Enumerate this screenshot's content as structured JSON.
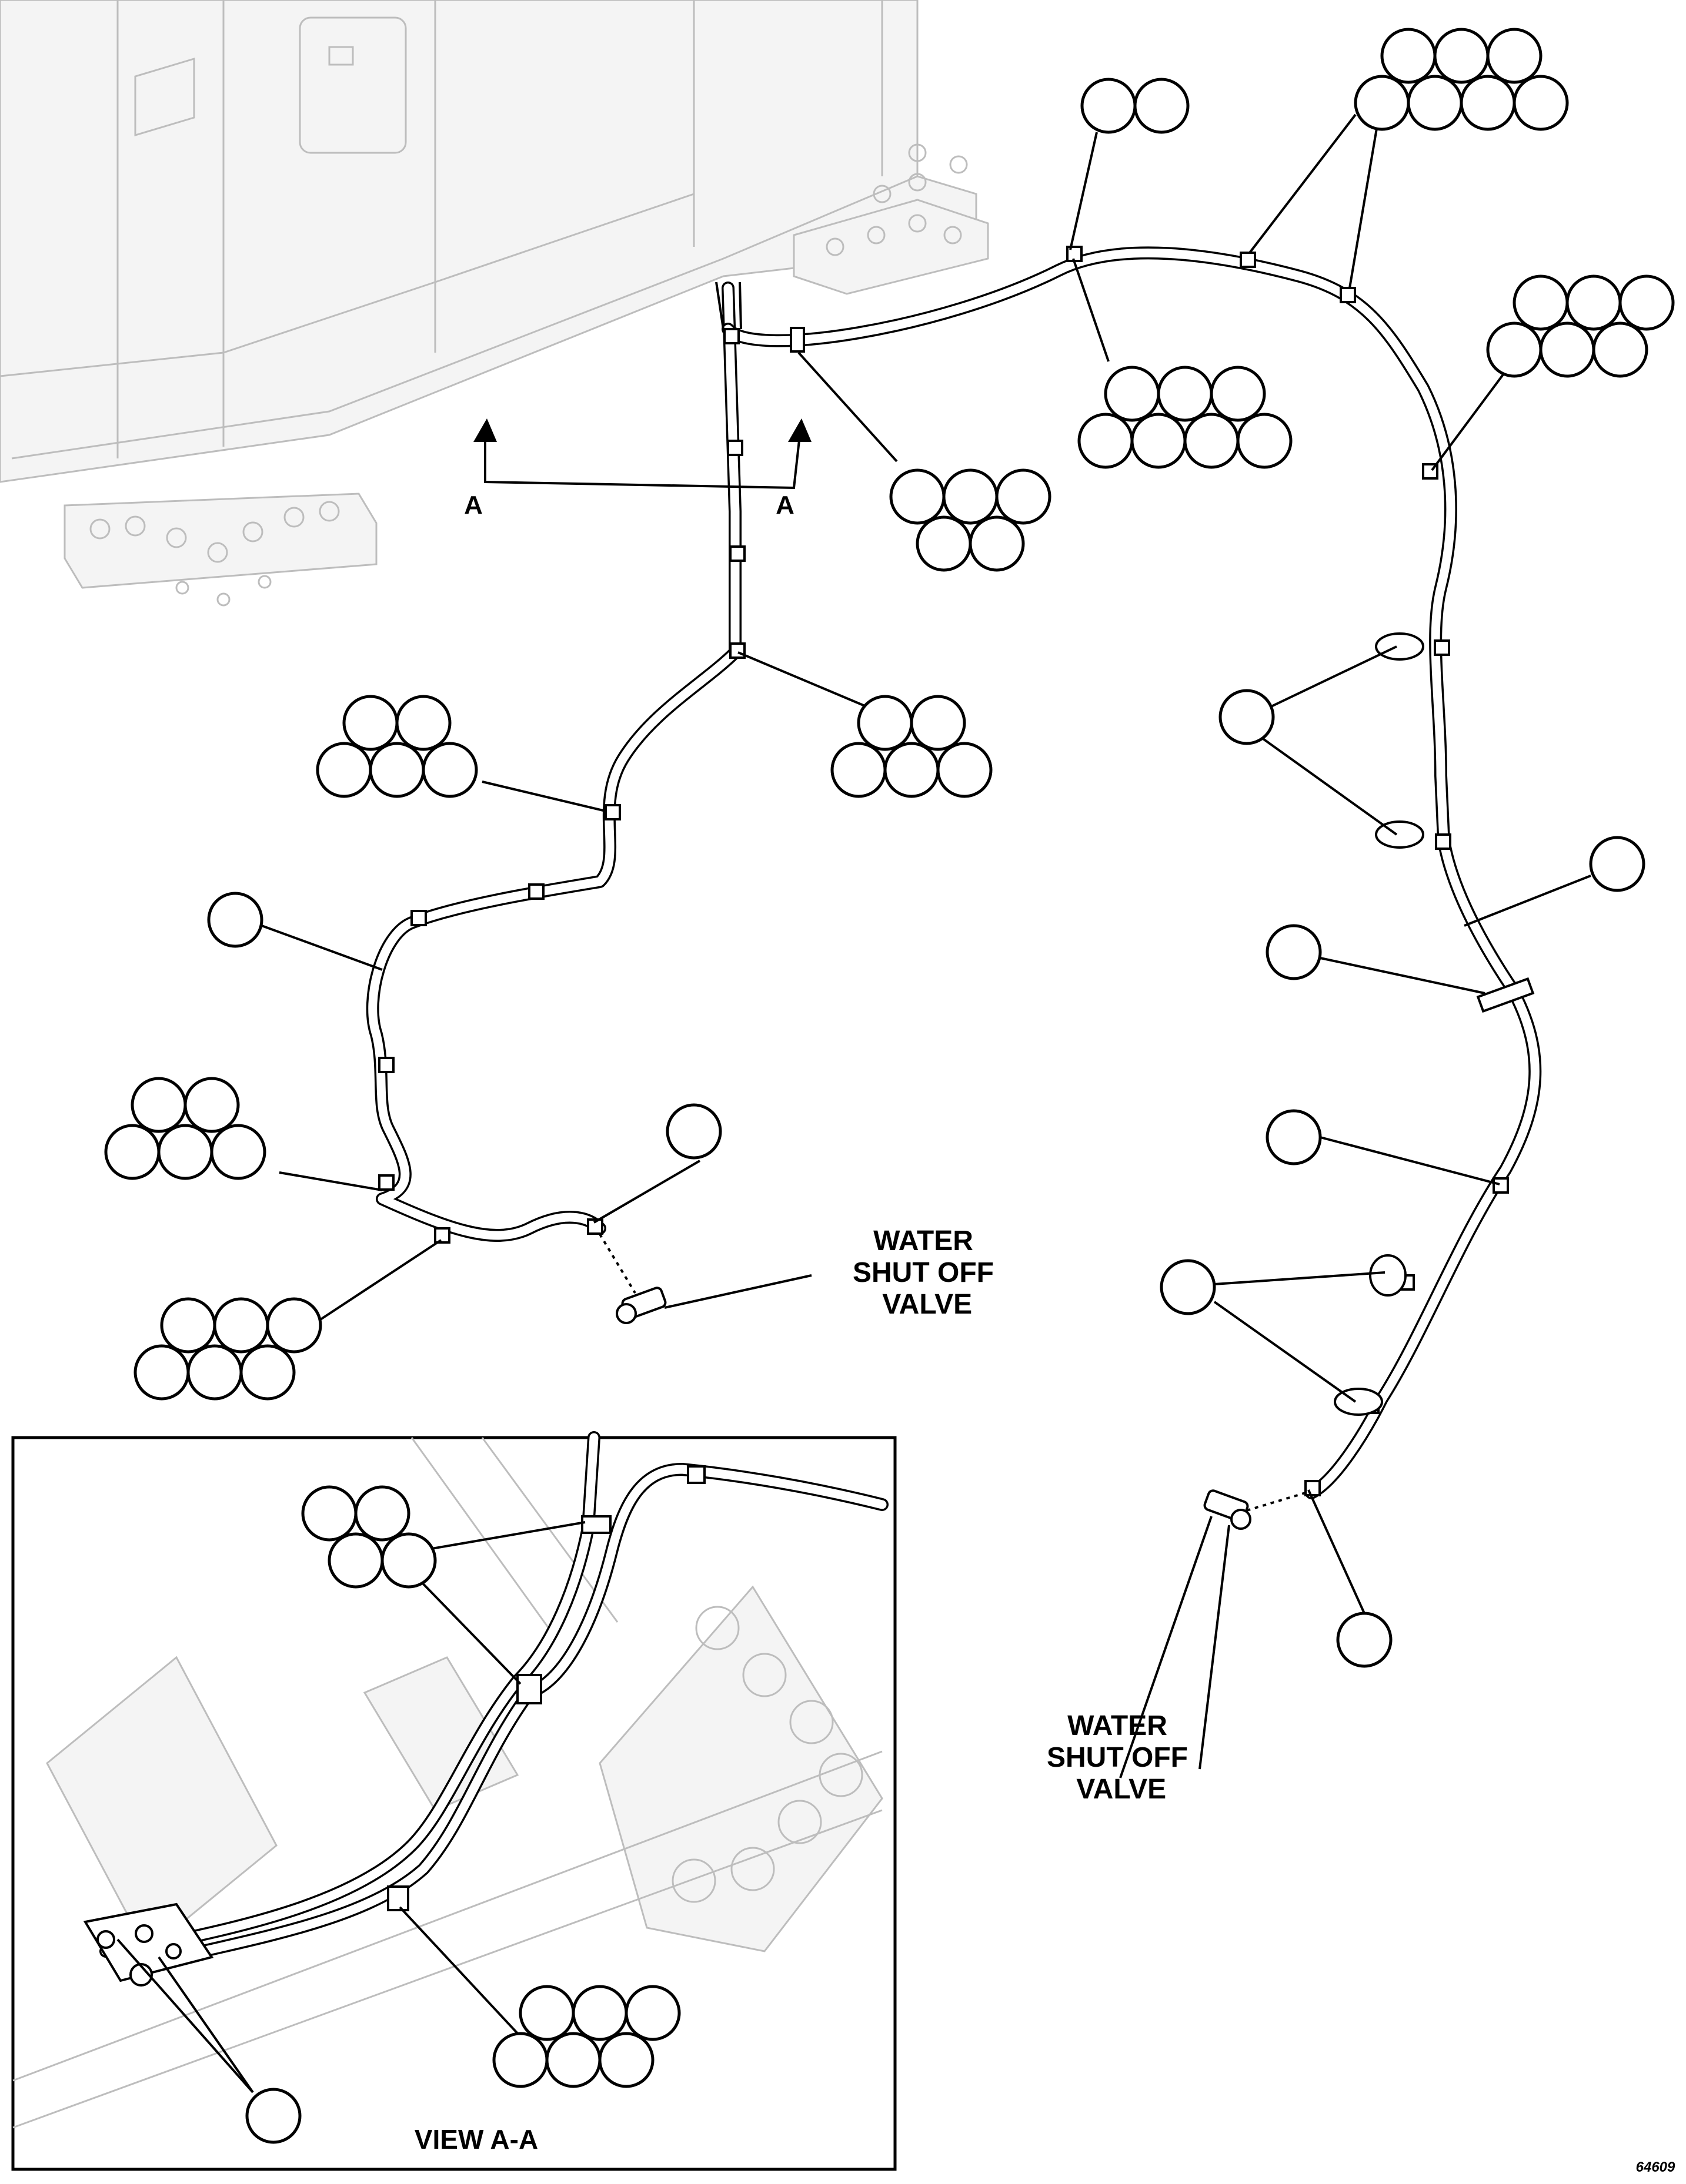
{
  "labels": {
    "water_valve_left": "WATER\nSHUT OFF\n VALVE",
    "water_valve_right": "WATER\nSHUT OFF\n VALVE",
    "section_a_left": "A",
    "section_a_right": "A",
    "view_title": "VIEW  A-A",
    "figure_number": "64609"
  },
  "balloon_groups": [
    {
      "id": "g01",
      "count": 2
    },
    {
      "id": "g02",
      "count": 7
    },
    {
      "id": "g03",
      "count": 6
    },
    {
      "id": "g04",
      "count": 5
    },
    {
      "id": "g05",
      "count": 7
    },
    {
      "id": "g06",
      "count": 5
    },
    {
      "id": "g07",
      "count": 5
    },
    {
      "id": "g08",
      "count": 1
    },
    {
      "id": "g09",
      "count": 1
    },
    {
      "id": "g10",
      "count": 5
    },
    {
      "id": "g11",
      "count": 1
    },
    {
      "id": "g12",
      "count": 6
    },
    {
      "id": "g13",
      "count": 1
    },
    {
      "id": "g14",
      "count": 1
    },
    {
      "id": "g15",
      "count": 1
    },
    {
      "id": "g16",
      "count": 1
    },
    {
      "id": "g17",
      "count": 1
    },
    {
      "id": "g18",
      "count": 4
    },
    {
      "id": "g19",
      "count": 6
    },
    {
      "id": "g20",
      "count": 1
    }
  ]
}
